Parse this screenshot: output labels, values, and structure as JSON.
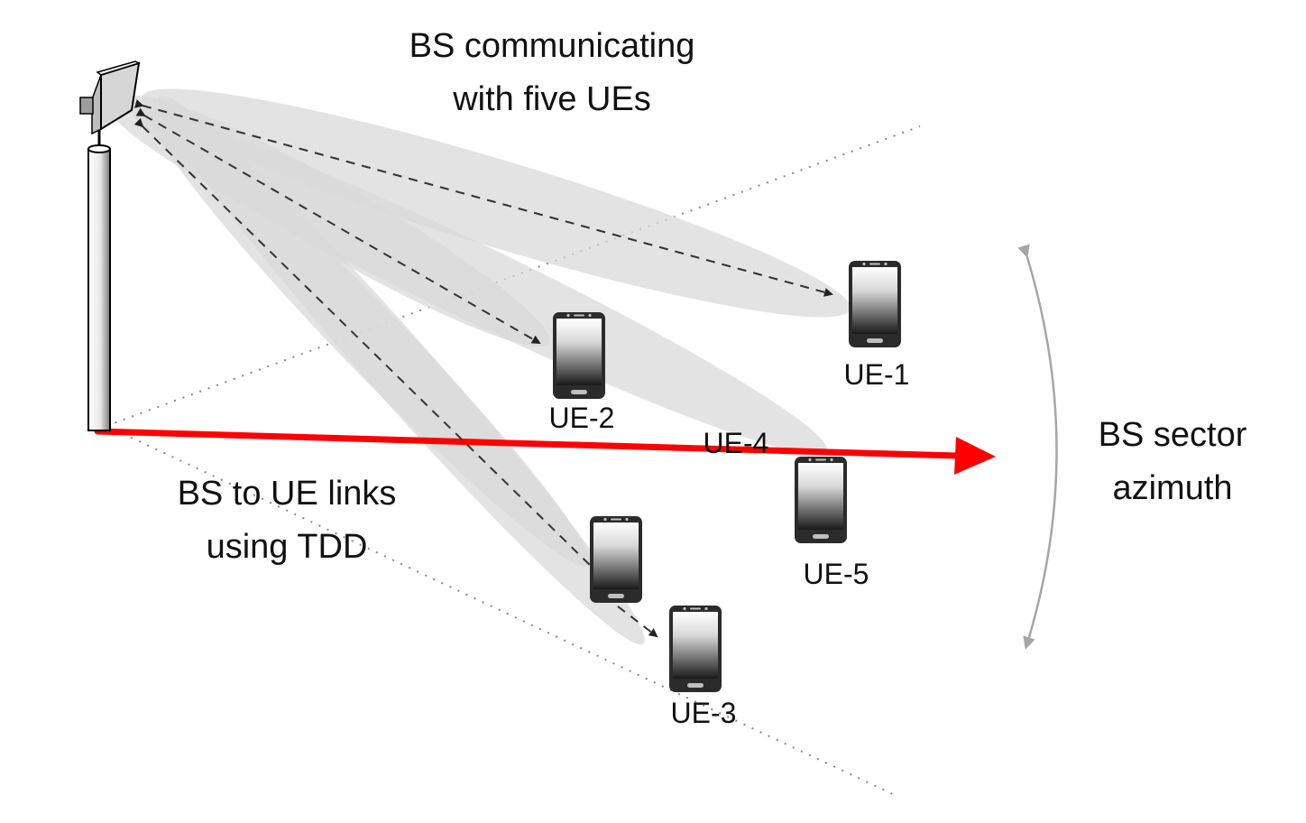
{
  "title_line1": "BS communicating",
  "title_line2": "with five UEs",
  "links_label_line1": "BS to UE links",
  "links_label_line2": "using TDD",
  "azimuth_label_line1": "BS sector",
  "azimuth_label_line2": "azimuth",
  "ue_labels": {
    "ue1": "UE-1",
    "ue2": "UE-2",
    "ue3": "UE-3",
    "ue4": "UE-4",
    "ue5": "UE-5"
  },
  "colors": {
    "beam_fill": "#d9d9d9",
    "azimuth_arrow": "#ff0000",
    "link_arrow": "#333333",
    "sector_arc": "#a6a6a6"
  }
}
